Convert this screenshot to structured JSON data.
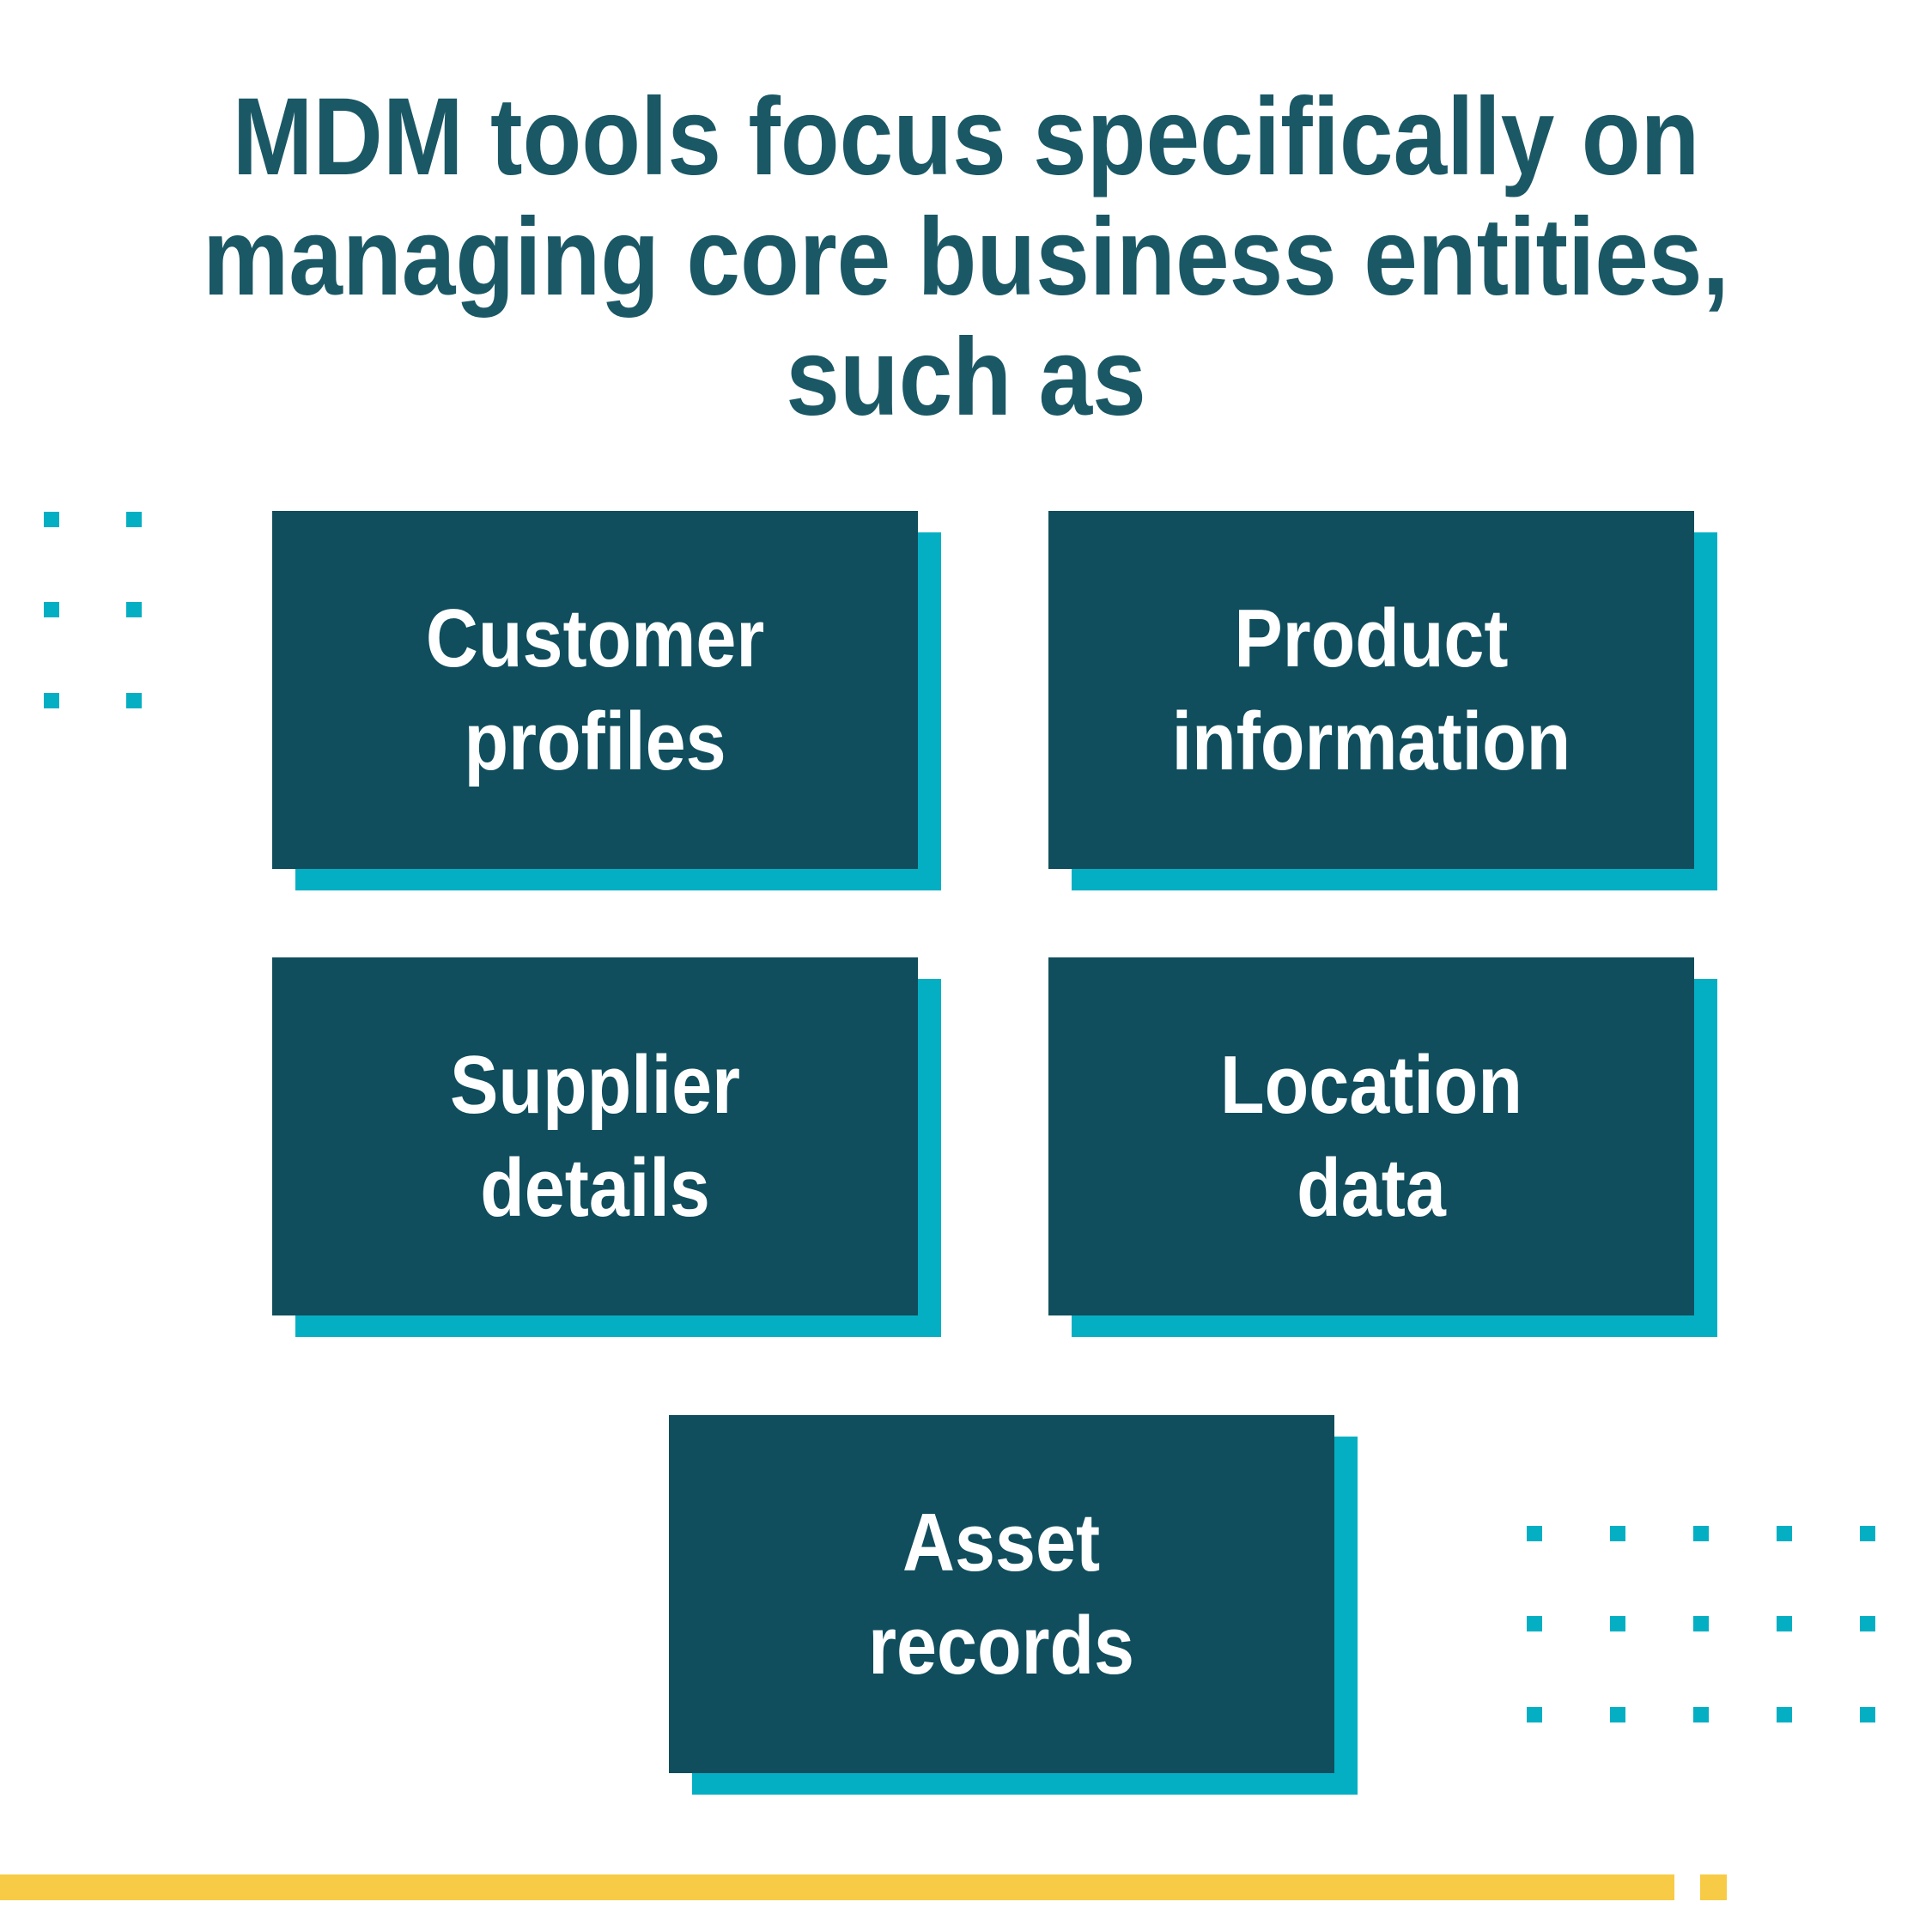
{
  "title": {
    "lines": [
      "MDM tools focus specifically on",
      "managing core business entities,",
      "such as"
    ]
  },
  "cards": [
    {
      "id": "customer-profiles",
      "label": "Customer\nprofiles"
    },
    {
      "id": "product-information",
      "label": "Product\ninformation"
    },
    {
      "id": "supplier-details",
      "label": "Supplier\ndetails"
    },
    {
      "id": "location-data",
      "label": "Location\ndata"
    },
    {
      "id": "asset-records",
      "label": "Asset\nrecords"
    }
  ],
  "colors": {
    "teal_dark": "#104E5D",
    "teal_title": "#1B5865",
    "cyan": "#05AFC3",
    "yellow": "#F7CB45",
    "white": "#FFFFFF",
    "bg": "#FFFFFF"
  },
  "decor": {
    "dots_top_left": {
      "xs": [
        51,
        147
      ],
      "ys": [
        596,
        701,
        807
      ],
      "size": 18
    },
    "dots_bottom_right": {
      "xs": [
        1778,
        1875,
        1972,
        2069,
        2166
      ],
      "ys": [
        1777,
        1882,
        1988
      ],
      "size": 18
    }
  }
}
